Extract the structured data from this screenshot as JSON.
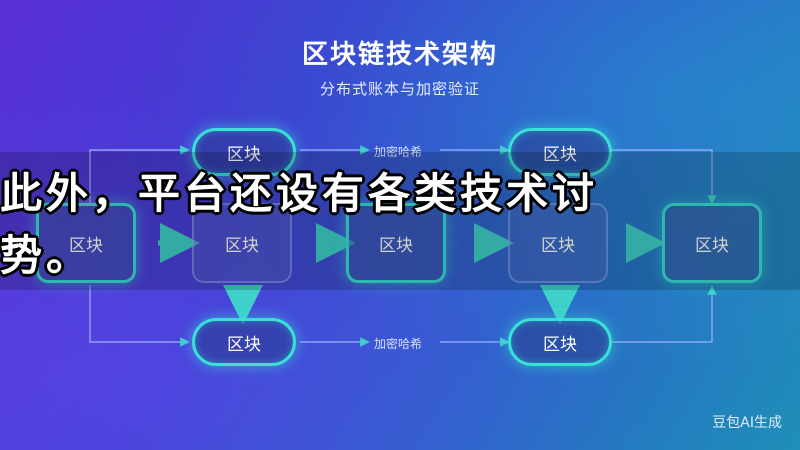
{
  "title": "区块链技术架构",
  "subtitle": "分布式账本与加密验证",
  "nodes": {
    "top_left": "区块",
    "top_right": "区块",
    "mid_1": "区块",
    "mid_2": "区块",
    "mid_3": "区块",
    "mid_4": "区块",
    "mid_5": "区块",
    "bottom_left": "区块",
    "bottom_right": "区块"
  },
  "edge_labels": {
    "top": "加密哈希",
    "bottom": "加密哈希"
  },
  "caption": {
    "line1": "此外，平台还设有各类技术讨",
    "line2": "势。"
  },
  "watermark": "豆包AI生成",
  "colors": {
    "accent": "#39e0d6",
    "arrow": "#3fd1c9",
    "background_start": "#5a2fd6",
    "background_end": "#1f8fb8"
  }
}
